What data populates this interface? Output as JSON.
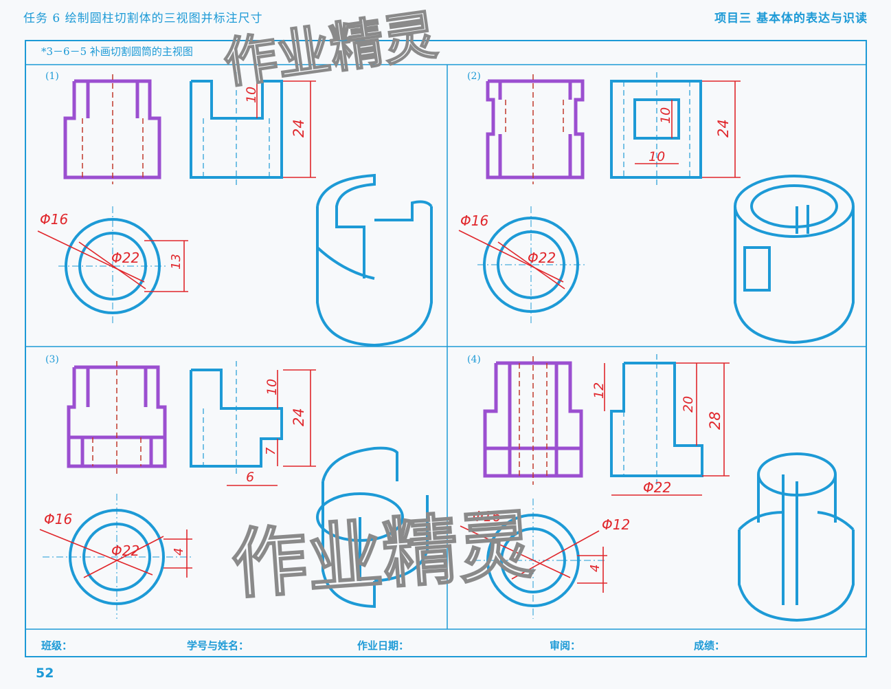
{
  "header": {
    "left": "任务 6  绘制圆柱切割体的三视图并标注尺寸",
    "right": "项目三  基本体的表达与识读"
  },
  "exercise": {
    "title": "*3－6－5  补画切割圆筒的主视图"
  },
  "panels": [
    {
      "label": "(1)",
      "dims": {
        "phi_outer": "Φ22",
        "phi_inner": "Φ16",
        "slot_depth": "10",
        "height": "24",
        "width": "13"
      }
    },
    {
      "label": "(2)",
      "dims": {
        "phi_outer": "Φ22",
        "phi_inner": "Φ16",
        "win_height": "10",
        "win_width": "10",
        "height": "24"
      }
    },
    {
      "label": "(3)",
      "dims": {
        "phi_outer": "Φ22",
        "phi_inner": "Φ16",
        "top_step": "10",
        "height": "24",
        "bottom_step": "7",
        "step_width": "6",
        "width": "4"
      }
    },
    {
      "label": "(4)",
      "dims": {
        "phi_outer": "Φ22",
        "phi_inner": "Φ16",
        "phi_small": "Φ12",
        "top_step": "12",
        "mid": "20",
        "height": "28",
        "width": "4"
      }
    }
  ],
  "watermark": {
    "text": "作业精灵"
  },
  "footer": {
    "class": "班级：",
    "student": "学号与姓名：",
    "date": "作业日期：",
    "review": "审阅：",
    "score": "成绩："
  },
  "page": {
    "number": "52"
  },
  "colors": {
    "blue": "#1d9ad6",
    "red": "#e0262b",
    "purple": "#9b4fd0"
  }
}
